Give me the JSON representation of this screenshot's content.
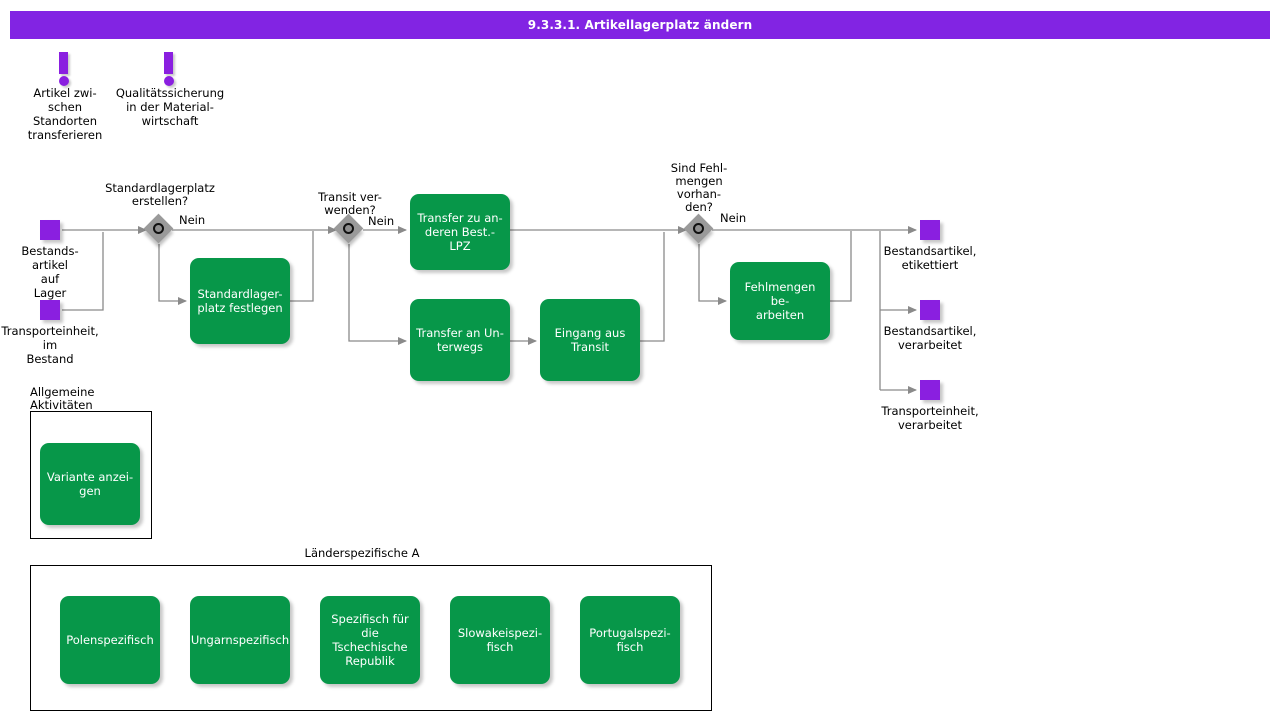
{
  "header": {
    "title": "9.3.3.1. Artikellagerplatz ändern"
  },
  "colors": {
    "title_bar": "#8224e3",
    "activity_green": "#079749",
    "data_purple": "#8a1fe0",
    "gateway_gray": "#9a9a9a",
    "connector": "#808080"
  },
  "events": [
    {
      "label": "Artikel  zwi-\nschen\nStandorten\ntransferieren",
      "icon": "exclamation-icon"
    },
    {
      "label": "Qualitätssicherung\nin der  Material-\nwirtschaft",
      "icon": "exclamation-icon"
    }
  ],
  "inputs": [
    {
      "label": "Bestands-\nartikel auf\nLager"
    },
    {
      "label": "Transporteinheit,\nim\nBestand"
    }
  ],
  "outputs": [
    {
      "label": "Bestandsartikel,\netikettiert"
    },
    {
      "label": "Bestandsartikel,\nverarbeitet"
    },
    {
      "label": "Transporteinheit,\nverarbeitet"
    }
  ],
  "gateways": [
    {
      "question": "Standardlagerplatz\nerstellen?",
      "branch_label": "Nein"
    },
    {
      "question": "Transit ver-\nwenden?",
      "branch_label": "Nein"
    },
    {
      "question": "Sind Fehl-\nmengen\nvorhan-\nden?",
      "branch_label": "Nein"
    }
  ],
  "activities": [
    {
      "label": "Standardlager-\nplatz festlegen"
    },
    {
      "label": "Transfer zu an-\nderen Best.-LPZ"
    },
    {
      "label": "Transfer an Un-\nterwegs"
    },
    {
      "label": "Eingang aus\nTransit"
    },
    {
      "label": "Fehlmengen be-\narbeiten"
    }
  ],
  "groups": [
    {
      "title": "Allgemeine\nAktivitäten",
      "items": [
        {
          "label": "Variante anzei-\ngen"
        }
      ]
    },
    {
      "title": "Länderspezifische A",
      "items": [
        {
          "label": "Polenspezifisch"
        },
        {
          "label": "Ungarnspezifisch"
        },
        {
          "label": "Spezifisch für\ndie Tschechische\nRepublik"
        },
        {
          "label": "Slowakeispezi-\nfisch"
        },
        {
          "label": "Portugalspezi-\nfisch"
        }
      ]
    }
  ]
}
